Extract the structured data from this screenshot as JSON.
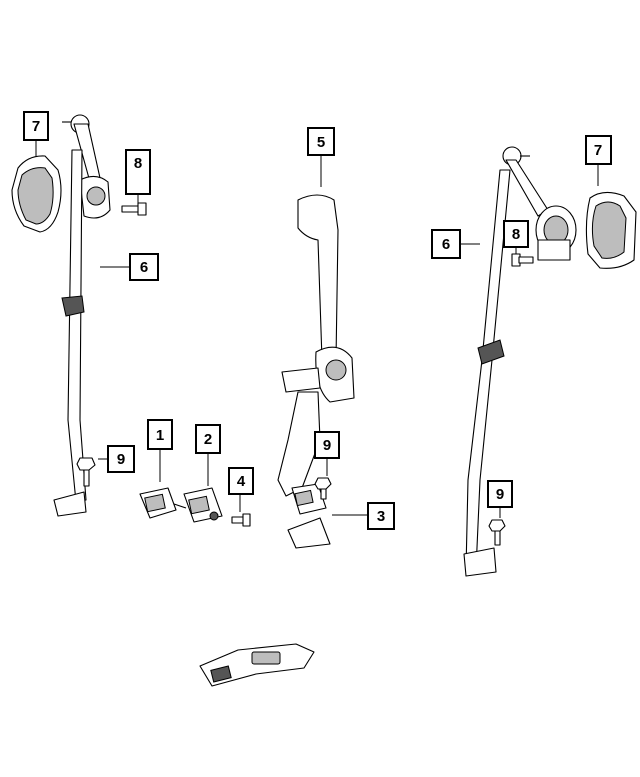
{
  "callouts": {
    "c7_left": "7",
    "c8_left": "8",
    "c6_left": "6",
    "c9_left": "9",
    "c1": "1",
    "c2": "2",
    "c4": "4",
    "c5": "5",
    "c9_center": "9",
    "c3": "3",
    "c7_right": "7",
    "c8_right": "8",
    "c6_right": "6",
    "c9_right": "9"
  }
}
